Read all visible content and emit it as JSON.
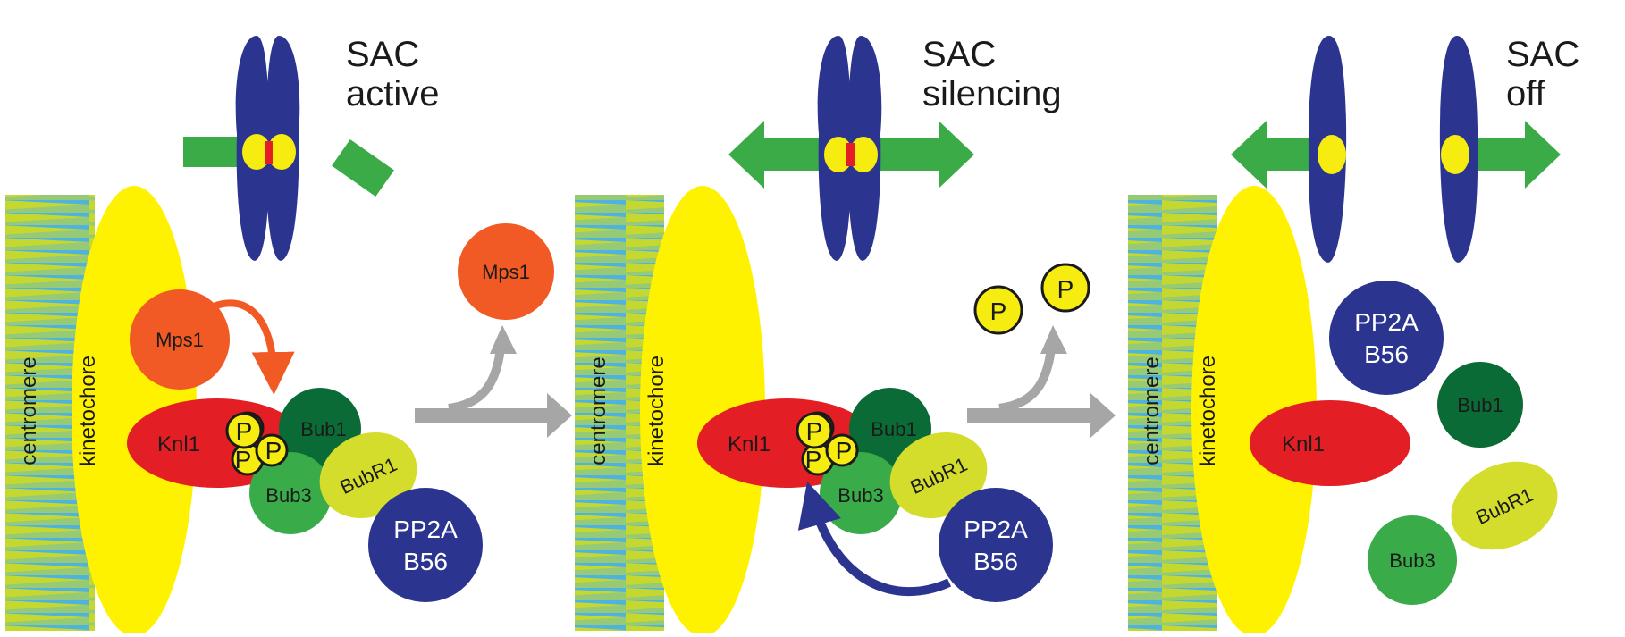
{
  "panels": [
    {
      "title_line1": "SAC",
      "title_line2": "active"
    },
    {
      "title_line1": "SAC",
      "title_line2": "silencing"
    },
    {
      "title_line1": "SAC",
      "title_line2": "off"
    }
  ],
  "labels": {
    "centromere": "centromere",
    "kinetochore": "kinetochore",
    "knl1": "Knl1",
    "bub1": "Bub1",
    "bub3": "Bub3",
    "bubr1": "BubR1",
    "mps1": "Mps1",
    "pp2a_line1": "PP2A",
    "pp2a_line2": "B56",
    "phospho": "P"
  },
  "colors": {
    "chromosome": "#2b3590",
    "microtubule": "#3bab48",
    "centromere_yellow": "#f7ec0f",
    "knl1": "#e31e24",
    "mps1": "#f15a24",
    "bub1": "#0b6b36",
    "bub3": "#3aab49",
    "bubr1": "#d4dc2c",
    "pp2a": "#2b3590",
    "kinetochore": "#fff200",
    "centromere_green": "#c5d82f",
    "centromere_blue": "#4fb3e0",
    "process_arrow": "#a6a6a6"
  }
}
